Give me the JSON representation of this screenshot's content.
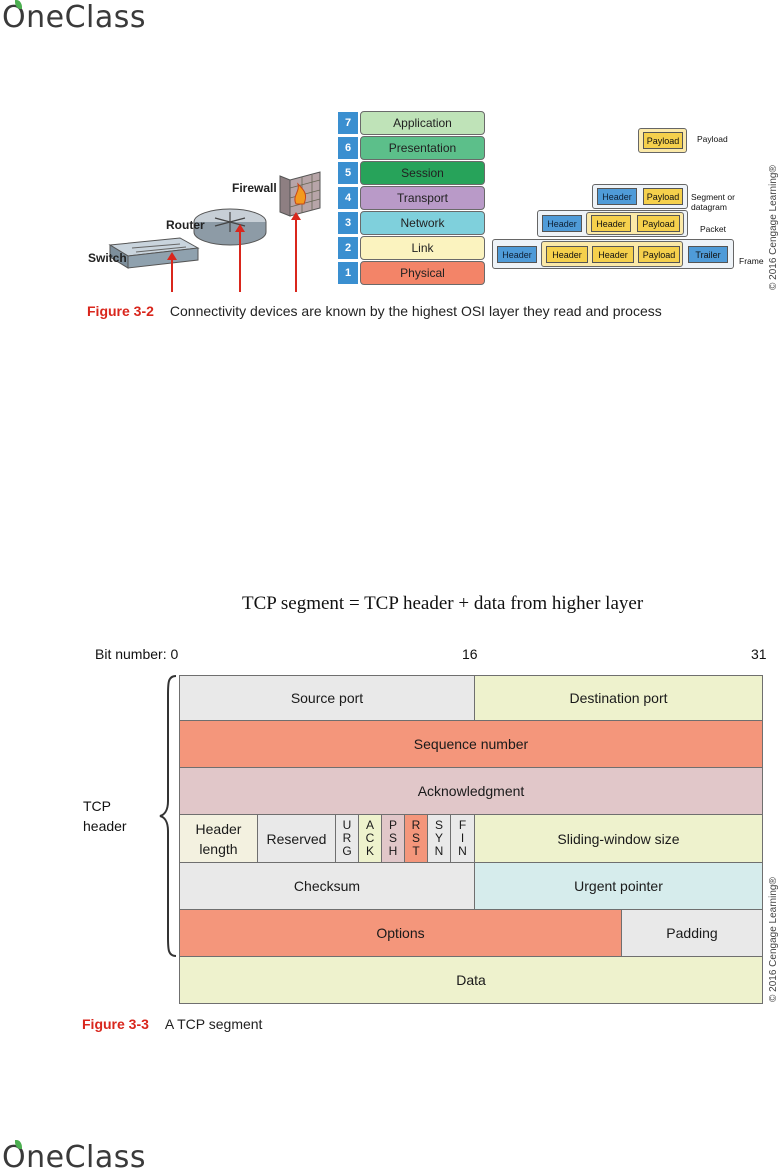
{
  "logo": {
    "text": "OneClass"
  },
  "figure_3_2": {
    "osi_layers": [
      {
        "num": "7",
        "name": "Application",
        "color": "#bfe3b8"
      },
      {
        "num": "6",
        "name": "Presentation",
        "color": "#5cbf8a"
      },
      {
        "num": "5",
        "name": "Session",
        "color": "#27a35a"
      },
      {
        "num": "4",
        "name": "Transport",
        "color": "#b99ac8"
      },
      {
        "num": "3",
        "name": "Network",
        "color": "#7fd0dc"
      },
      {
        "num": "2",
        "name": "Link",
        "color": "#fbf3bf"
      },
      {
        "num": "1",
        "name": "Physical",
        "color": "#f38468"
      }
    ],
    "devices": {
      "switch": "Switch",
      "router": "Router",
      "firewall": "Firewall"
    },
    "enc": {
      "header": "Header",
      "payload": "Payload",
      "trailer": "Trailer",
      "l_payload": "Payload",
      "l_segment": "Segment or\ndatagram",
      "l_packet": "Packet",
      "l_frame": "Frame"
    },
    "caption_num": "Figure 3-2",
    "caption_text": "Connectivity devices are known by the highest OSI layer they read and process",
    "copyright": "© 2016 Cengage Learning®"
  },
  "figure_3_3": {
    "title": "TCP segment = TCP header + data from higher layer",
    "bit_label": "Bit number: 0",
    "bit_16": "16",
    "bit_31": "31",
    "side_label": "TCP\nheader",
    "fields": {
      "source_port": "Source port",
      "destination_port": "Destination port",
      "sequence_number": "Sequence number",
      "acknowledgment": "Acknowledgment",
      "header_length": "Header\nlength",
      "reserved": "Reserved",
      "flags": [
        "U\nR\nG",
        "A\nC\nK",
        "P\nS\nH",
        "R\nS\nT",
        "S\nY\nN",
        "F\nI\nN"
      ],
      "sliding_window": "Sliding-window size",
      "checksum": "Checksum",
      "urgent_pointer": "Urgent pointer",
      "options": "Options",
      "padding": "Padding",
      "data": "Data"
    },
    "caption_num": "Figure 3-3",
    "caption_text": "A TCP segment",
    "copyright": "© 2016 Cengage Learning®"
  }
}
